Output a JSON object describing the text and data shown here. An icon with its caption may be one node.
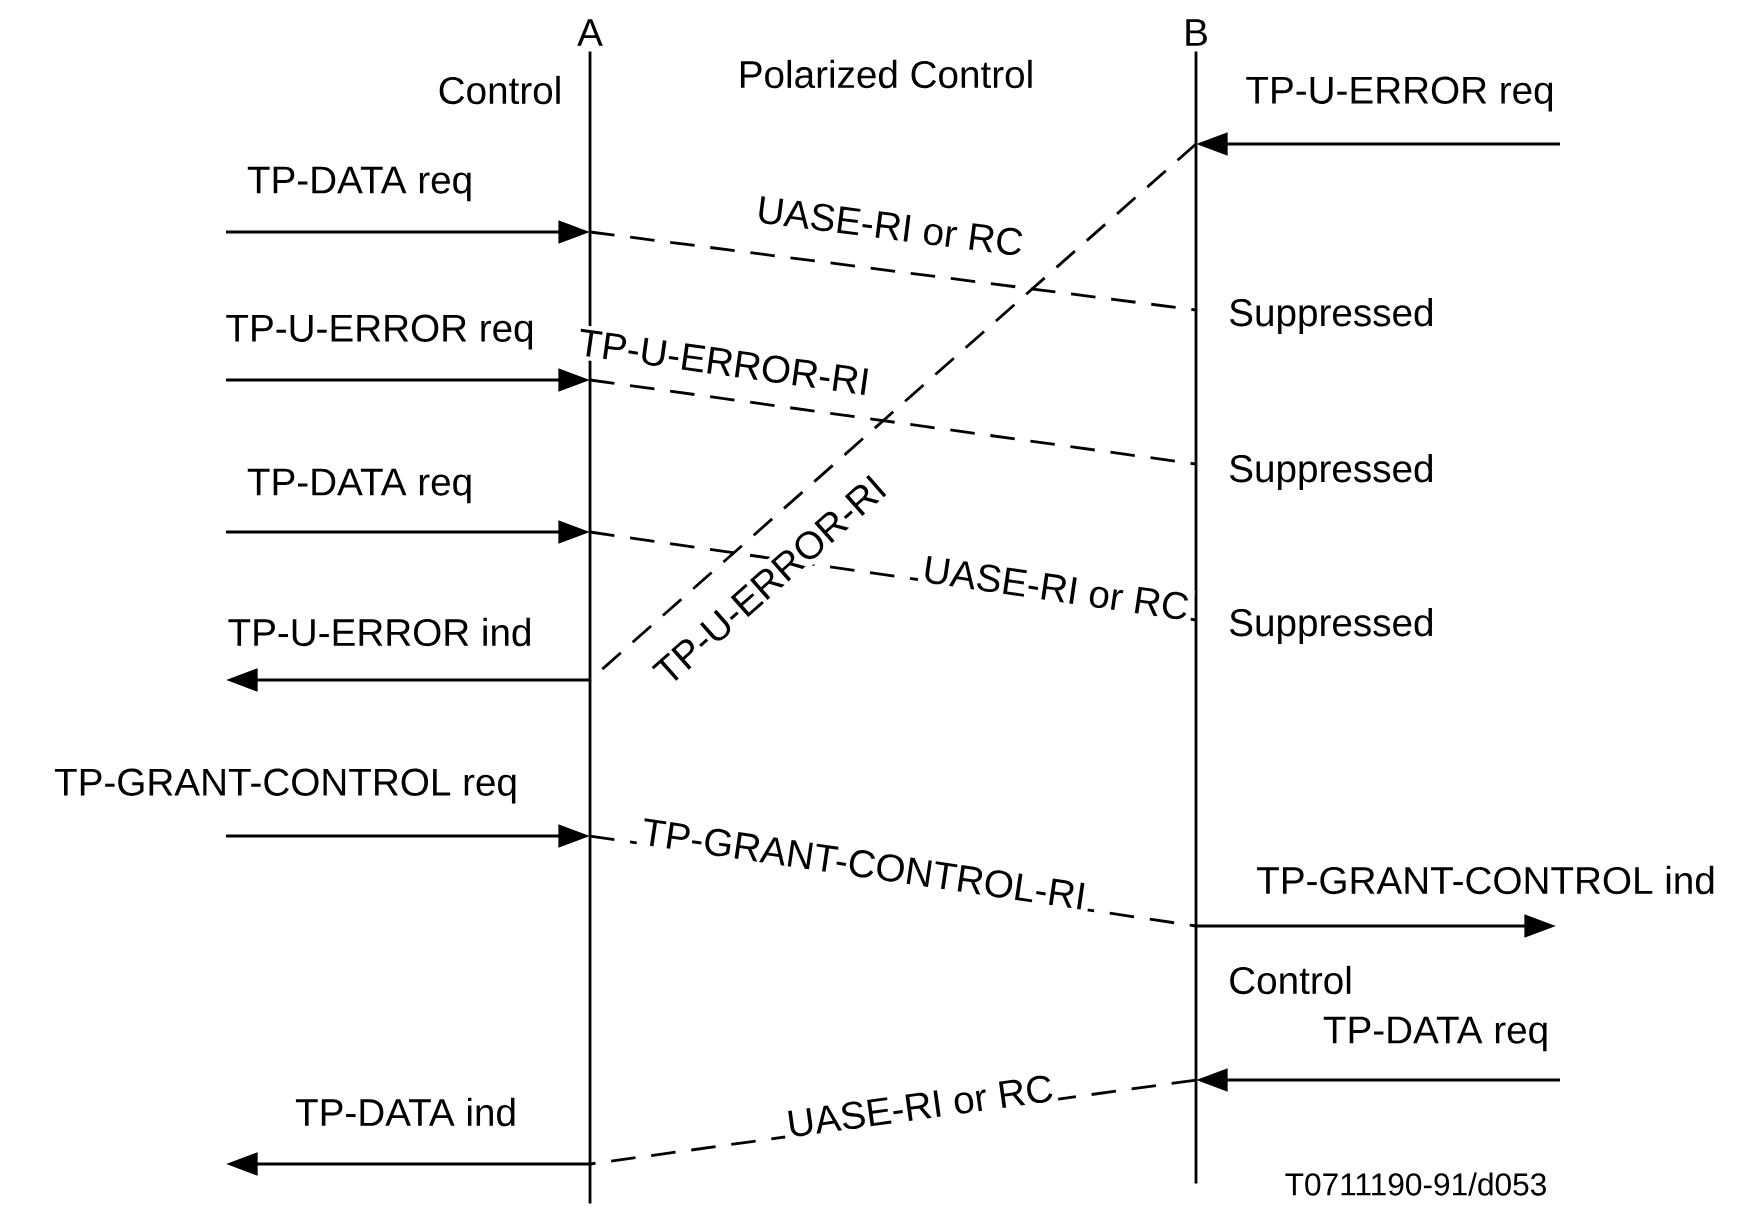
{
  "diagram": {
    "nodes": [
      {
        "text": [
          "A"
        ]
      },
      {
        "text": [
          "B"
        ]
      }
    ],
    "edges": [
      {
        "from": null,
        "to": 0,
        "arrow": "to",
        "label": "TP-DATA req"
      },
      {
        "from": 0,
        "to": 1,
        "arrow": "none",
        "style": "dashed",
        "label": "UASE-RI or RC"
      },
      {
        "from": null,
        "to": 0,
        "arrow": "to",
        "label": "TP-U-ERROR req"
      },
      {
        "from": 0,
        "to": 1,
        "arrow": "none",
        "style": "dashed",
        "label": "TP-U-ERROR-RI"
      },
      {
        "from": null,
        "to": 0,
        "arrow": "to",
        "label": "TP-DATA req"
      },
      {
        "from": 0,
        "to": 1,
        "arrow": "none",
        "style": "dashed",
        "label": "UASE-RI or RC"
      },
      {
        "from": null,
        "to": 1,
        "arrow": "to",
        "label": "TP-U-ERROR req"
      },
      {
        "from": 1,
        "to": 0,
        "arrow": "none",
        "style": "dashed",
        "label": "TP-U-ERROR-RI"
      },
      {
        "from": 0,
        "to": null,
        "arrow": "to",
        "label": "TP-U-ERROR ind"
      },
      {
        "from": null,
        "to": 0,
        "arrow": "to",
        "label": "TP-GRANT-CONTROL req"
      },
      {
        "from": 0,
        "to": 1,
        "arrow": "none",
        "style": "dashed",
        "label": "TP-GRANT-CONTROL-RI"
      },
      {
        "from": 1,
        "to": null,
        "arrow": "to",
        "label": "TP-GRANT-CONTROL ind"
      },
      {
        "from": null,
        "to": 1,
        "arrow": "to",
        "label": "TP-DATA req"
      },
      {
        "from": 1,
        "to": 0,
        "arrow": "none",
        "style": "dashed",
        "label": "UASE-RI or RC"
      },
      {
        "from": 0,
        "to": null,
        "arrow": "to",
        "label": "TP-DATA ind"
      }
    ],
    "labels": [
      "Control",
      "Polarized Control",
      "Suppressed",
      "Suppressed",
      "Suppressed",
      "Control",
      "T0711190-91/d053"
    ]
  }
}
